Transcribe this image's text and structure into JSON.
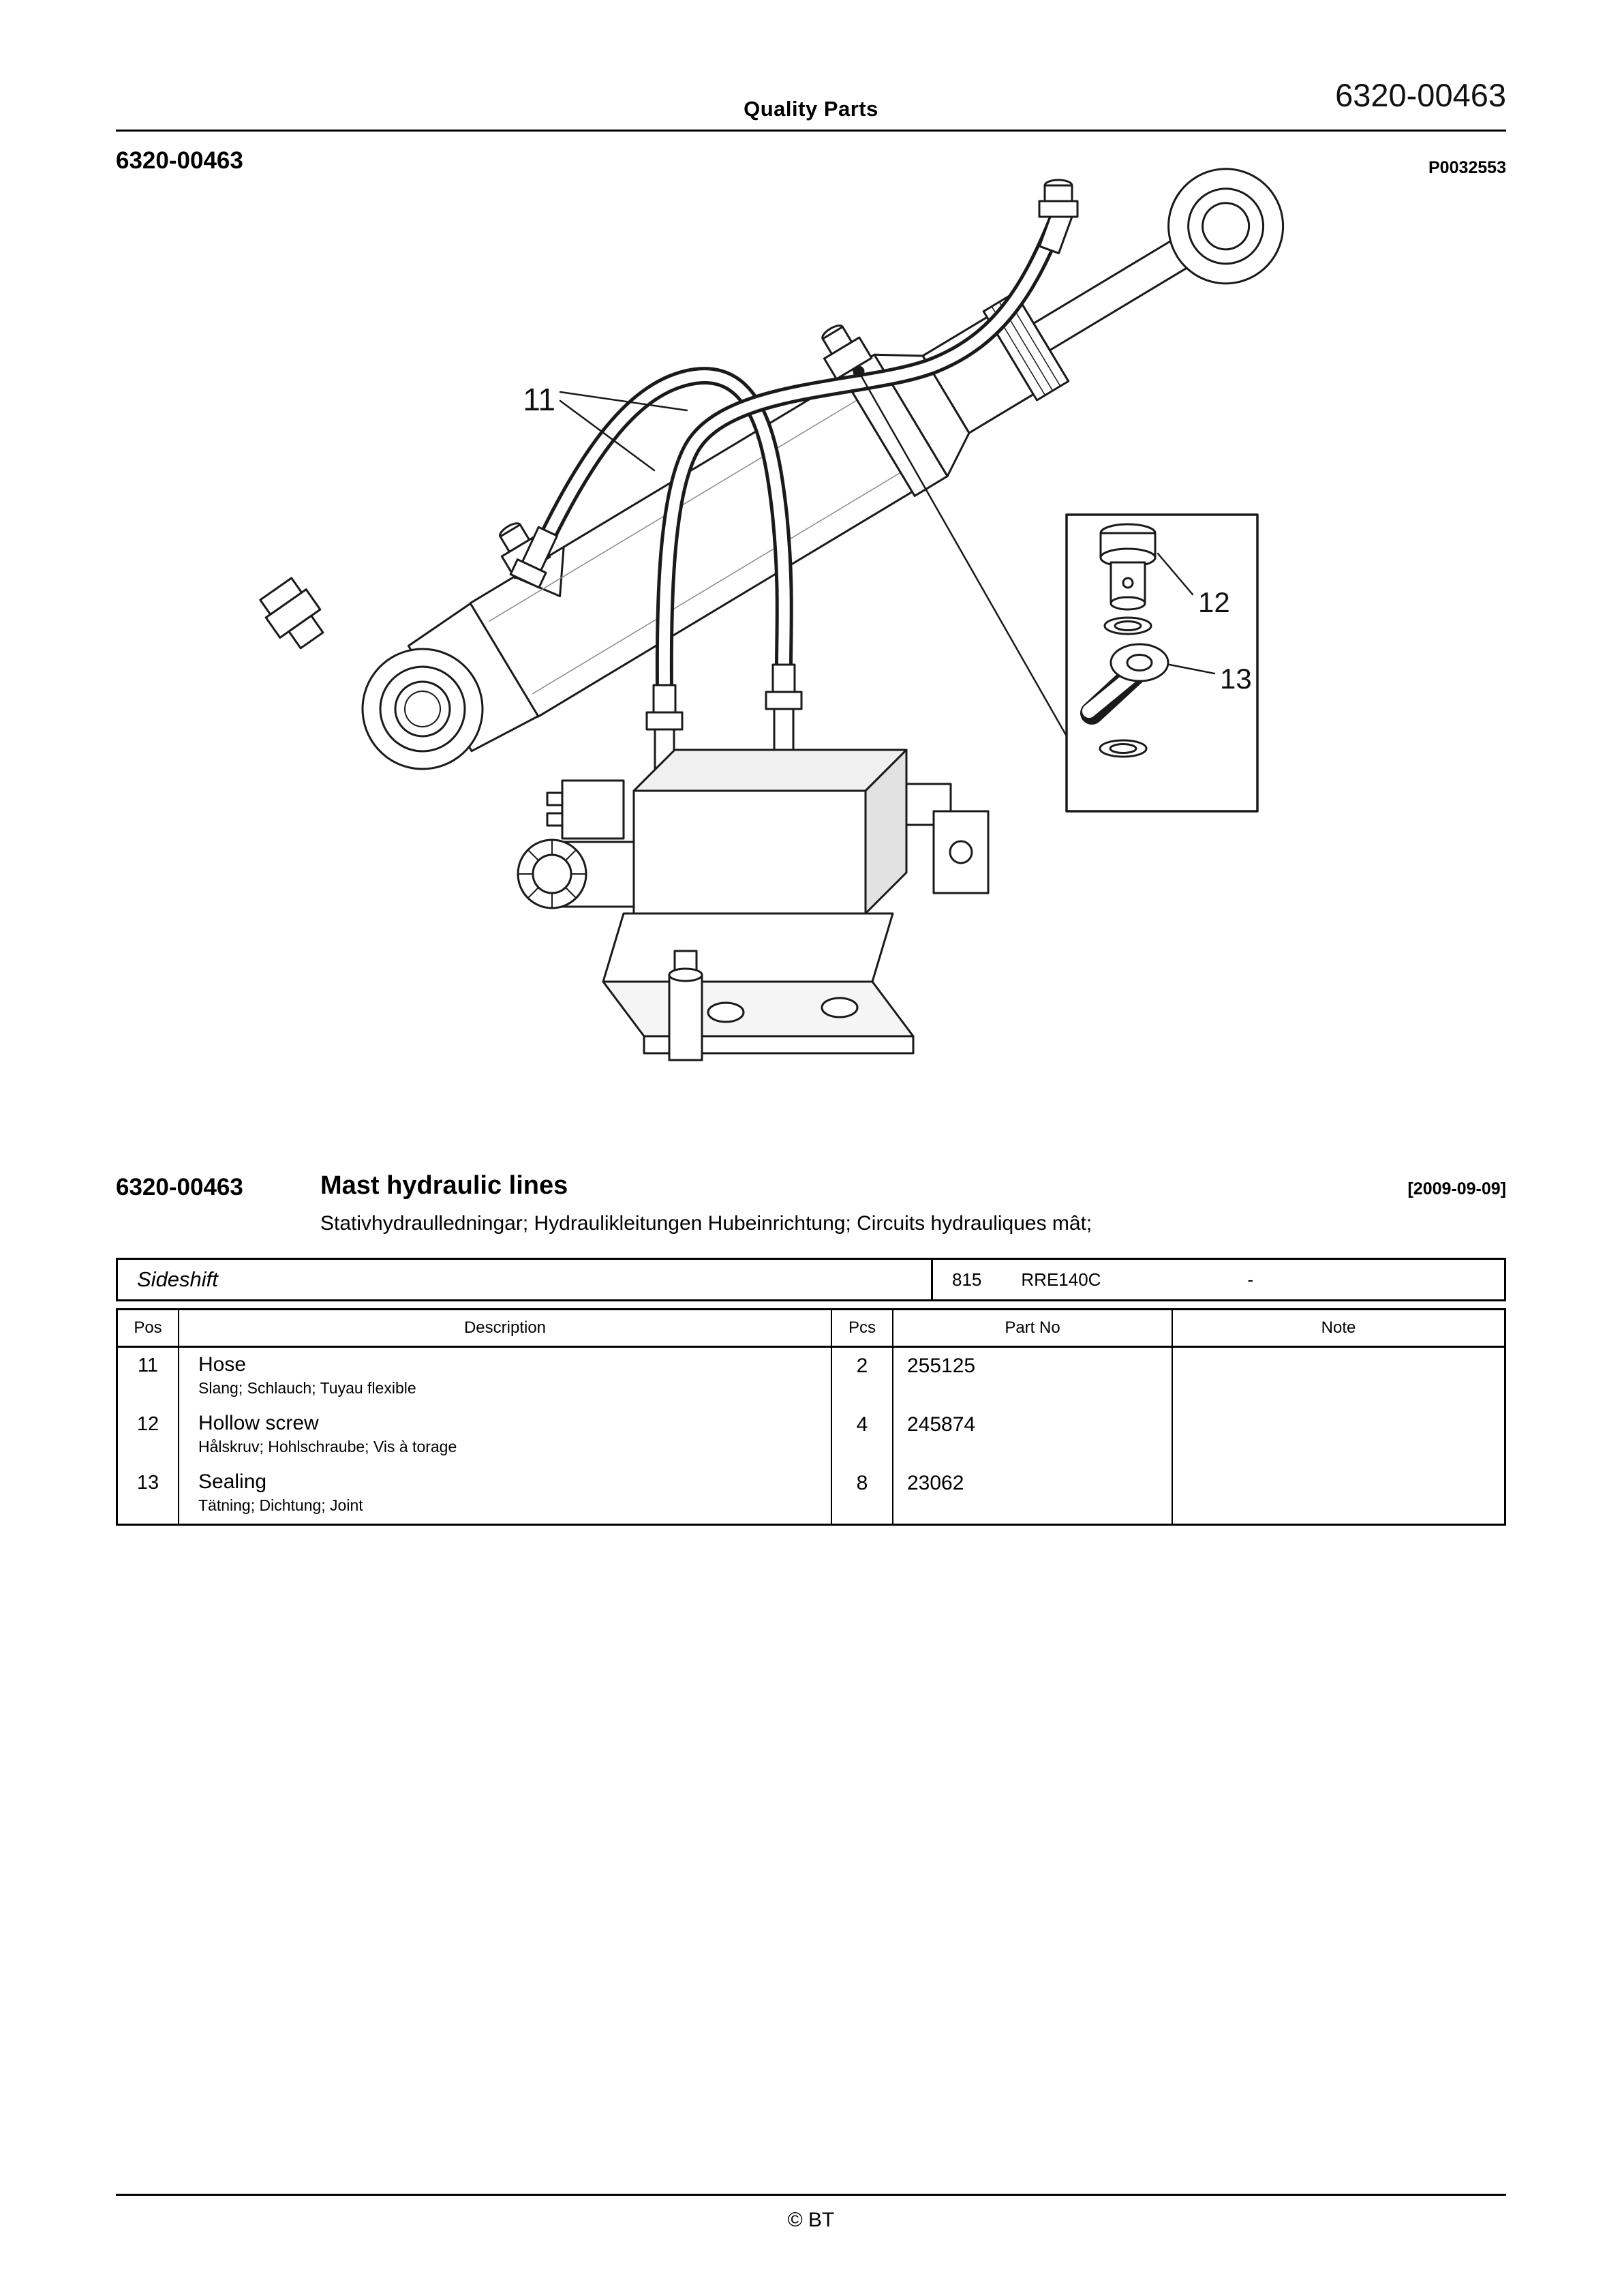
{
  "header": {
    "center_title": "Quality Parts",
    "doc_number": "6320-00463"
  },
  "subheader": {
    "left_code": "6320-00463",
    "right_code": "P0032553"
  },
  "figure": {
    "callouts": {
      "hose": "11",
      "hollow_screw": "12",
      "sealing": "13"
    }
  },
  "section": {
    "code": "6320-00463",
    "title": "Mast hydraulic lines",
    "date": "[2009-09-09]",
    "subtitle": "Stativhydraulledningar; Hydraulikleitungen Hubeinrichtung; Circuits hydrauliques mât;"
  },
  "parts_table": {
    "variant": {
      "name": "Sideshift",
      "code": "815",
      "model": "RRE140C",
      "serial": "-"
    },
    "columns": {
      "pos": "Pos",
      "description": "Description",
      "pcs": "Pcs",
      "part_no": "Part No",
      "note": "Note"
    },
    "rows": [
      {
        "pos": "11",
        "description": "Hose",
        "description_alt": "Slang; Schlauch; Tuyau flexible",
        "pcs": "2",
        "part_no": "255125",
        "note": ""
      },
      {
        "pos": "12",
        "description": "Hollow screw",
        "description_alt": "Hålskruv; Hohlschraube; Vis à torage",
        "pcs": "4",
        "part_no": "245874",
        "note": ""
      },
      {
        "pos": "13",
        "description": "Sealing",
        "description_alt": "Tätning; Dichtung; Joint",
        "pcs": "8",
        "part_no": "23062",
        "note": ""
      }
    ]
  },
  "footer": {
    "copyright": "© BT"
  }
}
